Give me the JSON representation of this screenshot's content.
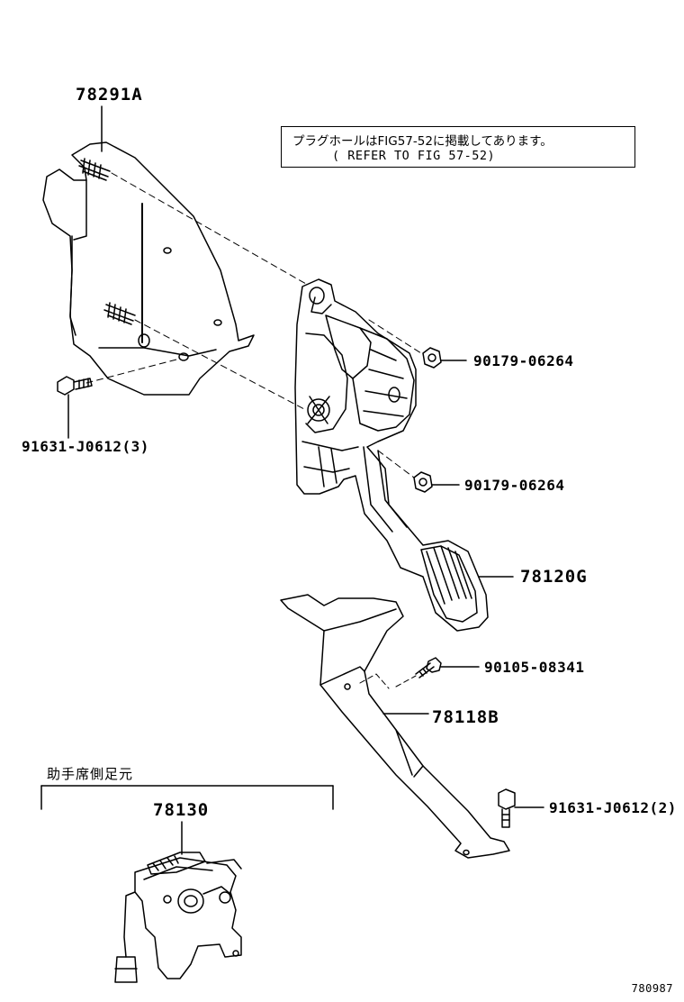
{
  "labels": {
    "bracket_top": "78291A",
    "pedal_assy": "78120G",
    "bracket_lower": "78118B",
    "sub_assy": "78130",
    "nut_1": "90179-06264",
    "nut_2": "90179-06264",
    "bolt_left": "91631-J0612(3)",
    "bolt_mid": "90105-08341",
    "bolt_right": "91631-J0612(2)"
  },
  "note": {
    "line1": "プラグホールはFIG57-52に掲載してあります。",
    "line2": "( REFER TO FIG 57-52)"
  },
  "section_heading": "助手席側足元",
  "figure_code": "780987"
}
